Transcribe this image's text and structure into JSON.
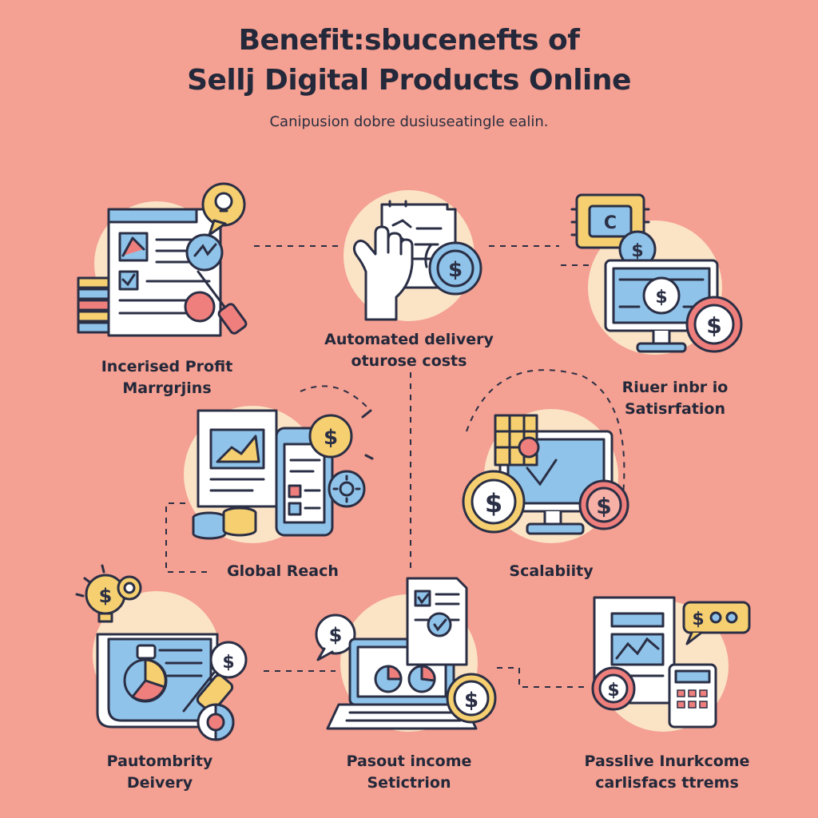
{
  "header": {
    "title_line1": "Benefit:sbucenefts of",
    "title_line2": "Sellj Digital Products Online",
    "subtitle": "Canipusion dobre dusiuseatingle ealin."
  },
  "benefits": [
    {
      "line1": "Incerised Profit",
      "line2": "Marrgrjins",
      "icon": "document-chart-icon"
    },
    {
      "line1": "Automated delivery",
      "line2": "oturose costs",
      "icon": "hand-document-dollar-icon"
    },
    {
      "line1": "Riuer inbr io",
      "line2": "Satisrfation",
      "icon": "monitor-dollar-icon"
    },
    {
      "line1": "Global Reach",
      "line2": "",
      "icon": "document-phone-coins-icon"
    },
    {
      "line1": "Scalabiity",
      "line2": "",
      "icon": "monitor-coins-icon"
    },
    {
      "line1": "Pautombrity",
      "line2": "Deivery",
      "icon": "document-pie-gears-icon"
    },
    {
      "line1": "Pasout income",
      "line2": "Setictrion",
      "icon": "laptop-document-dollar-icon"
    },
    {
      "line1": "Passlive Inurkcome",
      "line2": "carlisfacs ttrems",
      "icon": "document-calculator-icon"
    }
  ],
  "colors": {
    "background": "#f4a092",
    "circle": "#fbe3c6",
    "outline": "#2b2f45",
    "blue": "#8fc3ea",
    "yellow": "#f5cf70",
    "red": "#ef7f7c",
    "white": "#ffffff"
  }
}
